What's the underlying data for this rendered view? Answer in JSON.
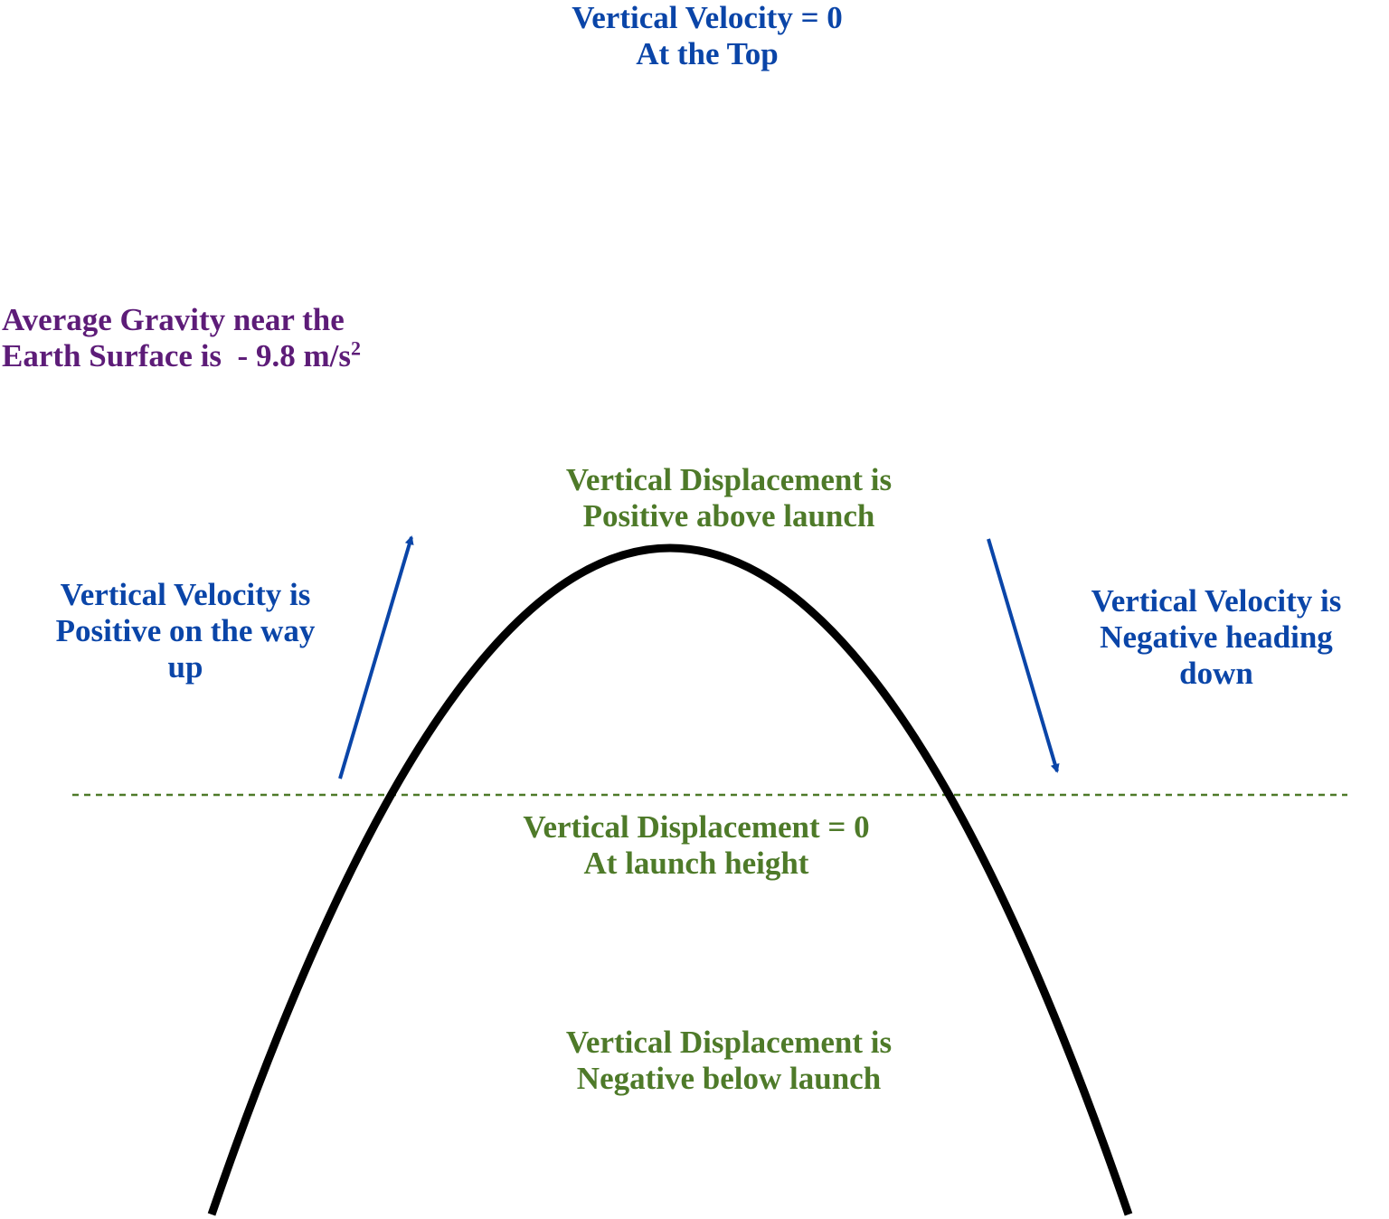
{
  "colors": {
    "velocity": "#0a45a8",
    "displacement": "#4e7a29",
    "gravity": "#5d1c78",
    "curve": "#000000"
  },
  "labels": {
    "top": {
      "line1": "Vertical Velocity = 0",
      "line2": "At the Top"
    },
    "gravity": {
      "line1": "Average Gravity near the",
      "line2": "Earth Surface is  - 9.8 m/s",
      "exponent": "2"
    },
    "velocity_up": {
      "line1": "Vertical Velocity is",
      "line2": "Positive on the way",
      "line3": "up"
    },
    "velocity_down": {
      "line1": "Vertical Velocity is",
      "line2": "Negative heading",
      "line3": "down"
    },
    "displacement_positive": {
      "line1": "Vertical Displacement is",
      "line2": "Positive above launch"
    },
    "displacement_zero": {
      "line1": "Vertical Displacement = 0",
      "line2": "At launch height"
    },
    "displacement_negative": {
      "line1": "Vertical Displacement is",
      "line2": "Negative below launch"
    }
  }
}
